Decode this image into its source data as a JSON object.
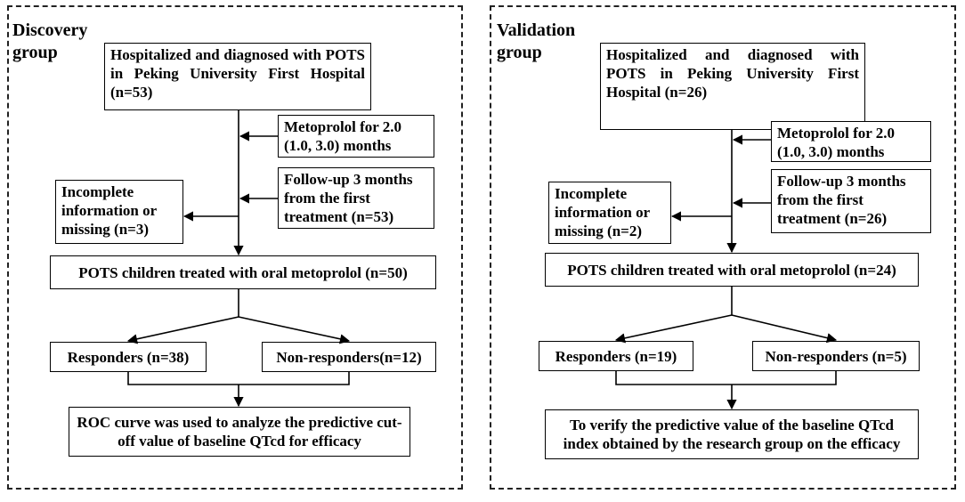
{
  "discovery": {
    "title": "Discovery\ngroup",
    "hospital": "Hospitalized and diagnosed with POTS in Peking University First Hospital (n=53)",
    "metoprolol": "Metoprolol for 2.0 (1.0, 3.0) months",
    "followup": "Follow-up 3 months from the first treatment (n=53)",
    "incomplete": "Incomplete information or missing (n=3)",
    "treated": "POTS children treated with oral metoprolol (n=50)",
    "responders": "Responders (n=38)",
    "nonresponders": "Non-responders(n=12)",
    "result": "ROC curve was used to analyze the predictive cut-off value of baseline QTcd for efficacy"
  },
  "validation": {
    "title": "Validation\ngroup",
    "hospital": "Hospitalized and diagnosed with POTS in Peking University First Hospital (n=26)",
    "metoprolol": "Metoprolol for 2.0 (1.0, 3.0) months",
    "followup": "Follow-up 3 months from the first treatment (n=26)",
    "incomplete": "Incomplete information or missing (n=2)",
    "treated": "POTS children treated with oral metoprolol (n=24)",
    "responders": "Responders (n=19)",
    "nonresponders": "Non-responders (n=5)",
    "result": "To verify the predictive value of the baseline QTcd index obtained by the research group on the efficacy"
  }
}
